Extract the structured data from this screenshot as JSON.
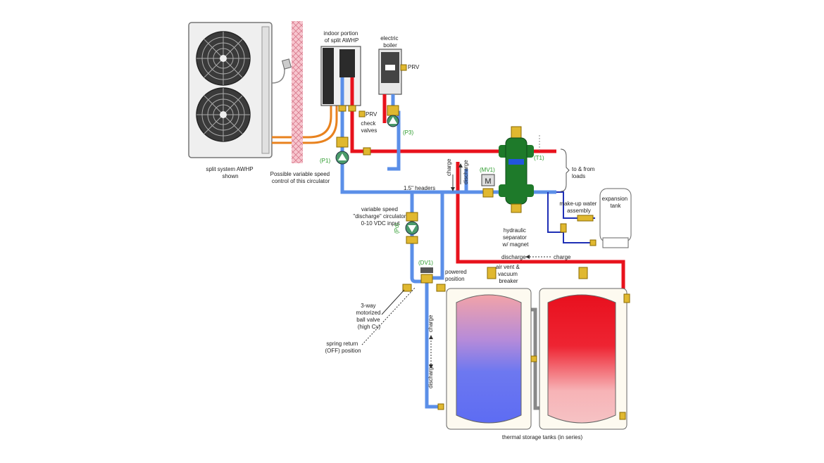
{
  "labels": {
    "indoor_portion": [
      "indoor portion",
      "of split AWHP"
    ],
    "electric_boiler": [
      "electric",
      "boiler"
    ],
    "prv_boiler": "PRV",
    "prv_hp": "PRV",
    "check_valves": [
      "check",
      "valves"
    ],
    "p3": "(P3)",
    "p1": "(P1)",
    "split_system": [
      "split system AWHP",
      "shown"
    ],
    "variable_speed_control": [
      "Possible variable speed",
      "control of this circulator"
    ],
    "headers": "1.5\" headers",
    "charge_vertical_1": "charge",
    "discharge_vertical_1": "discharge",
    "mv1": "(MV1)",
    "motor_m": "M",
    "t1": "(T1)",
    "to_from_loads": [
      "to & from",
      "loads"
    ],
    "expansion_tank": [
      "expansion",
      "tank"
    ],
    "makeup_water": [
      "make-up water",
      "assembly"
    ],
    "hydraulic_separator": [
      "hydraulic",
      "separator",
      "w/ magnet"
    ],
    "discharge_circulator": [
      "variable speed",
      "\"discharge\" circulator",
      "0-10 VDC input"
    ],
    "pd": "(Pd)",
    "dv1": "(DV1)",
    "powered_position": [
      "powered",
      "position"
    ],
    "air_vent": [
      "air vent &",
      "vacuum",
      "breaker"
    ],
    "discharge_charge_horizontal": [
      "discharge",
      "charge"
    ],
    "three_way_valve": [
      "3-way",
      "motorized",
      "ball valve",
      "(high Cv)"
    ],
    "spring_return": [
      "spring return",
      "(OFF) position"
    ],
    "charge_vertical_2": "charge",
    "discharge_vertical_2": "discharge",
    "thermal_storage": "thermal storage tanks (in series)"
  },
  "colors": {
    "hot_pipe": "#e8121c",
    "cool_pipe": "#5b8fe8",
    "dark_blue_pipe": "#1e2fb5",
    "separator_green": "#1e7a2a",
    "brass": "#e0b830",
    "label_green": "#2a9a2a"
  }
}
